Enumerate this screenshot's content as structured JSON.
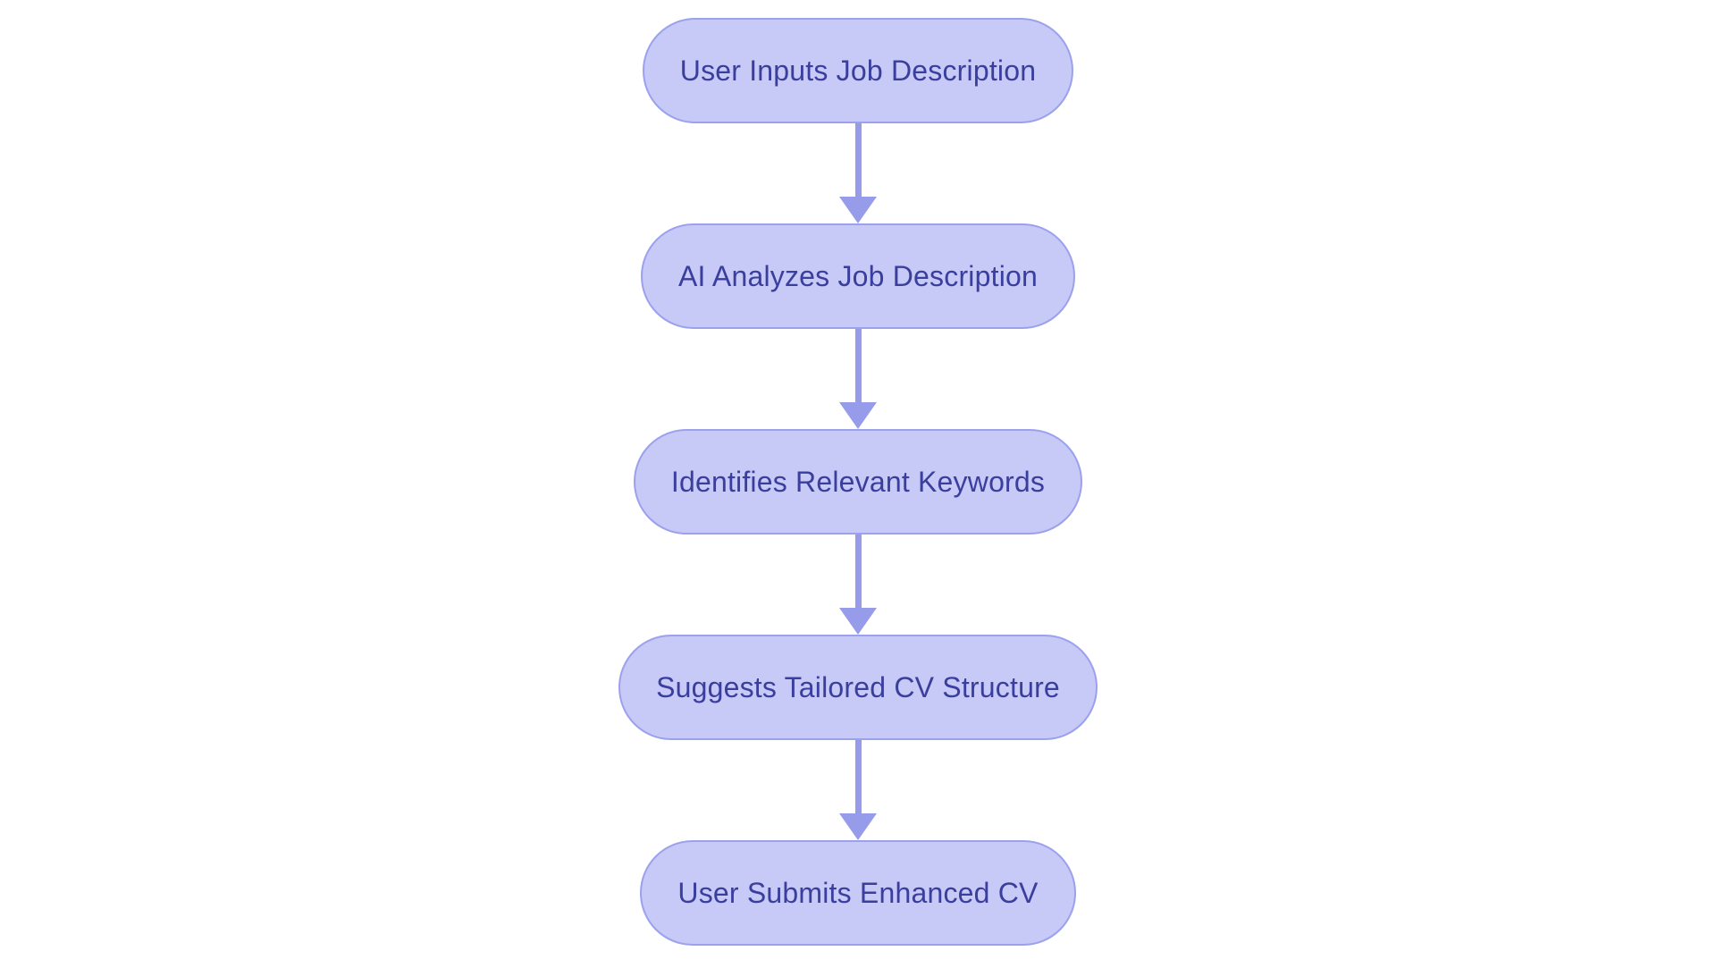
{
  "theme": {
    "background": "#ffffff",
    "node_fill": "#c7c9f7",
    "node_border": "#9ba1ed",
    "node_text": "#3a3e9d",
    "arrow": "#969ce9"
  },
  "diagram": {
    "type": "flowchart",
    "direction": "top-down",
    "nodes": [
      {
        "id": "step-1",
        "shape": "stadium",
        "label": "User Inputs Job Description"
      },
      {
        "id": "step-2",
        "shape": "stadium",
        "label": "AI Analyzes Job Description"
      },
      {
        "id": "step-3",
        "shape": "stadium",
        "label": "Identifies Relevant Keywords"
      },
      {
        "id": "step-4",
        "shape": "stadium",
        "label": "Suggests Tailored CV Structure"
      },
      {
        "id": "step-5",
        "shape": "stadium",
        "label": "User Submits Enhanced CV"
      }
    ],
    "edges": [
      {
        "from": "step-1",
        "to": "step-2",
        "style": "arrow-down"
      },
      {
        "from": "step-2",
        "to": "step-3",
        "style": "arrow-down"
      },
      {
        "from": "step-3",
        "to": "step-4",
        "style": "arrow-down"
      },
      {
        "from": "step-4",
        "to": "step-5",
        "style": "arrow-down"
      }
    ]
  }
}
